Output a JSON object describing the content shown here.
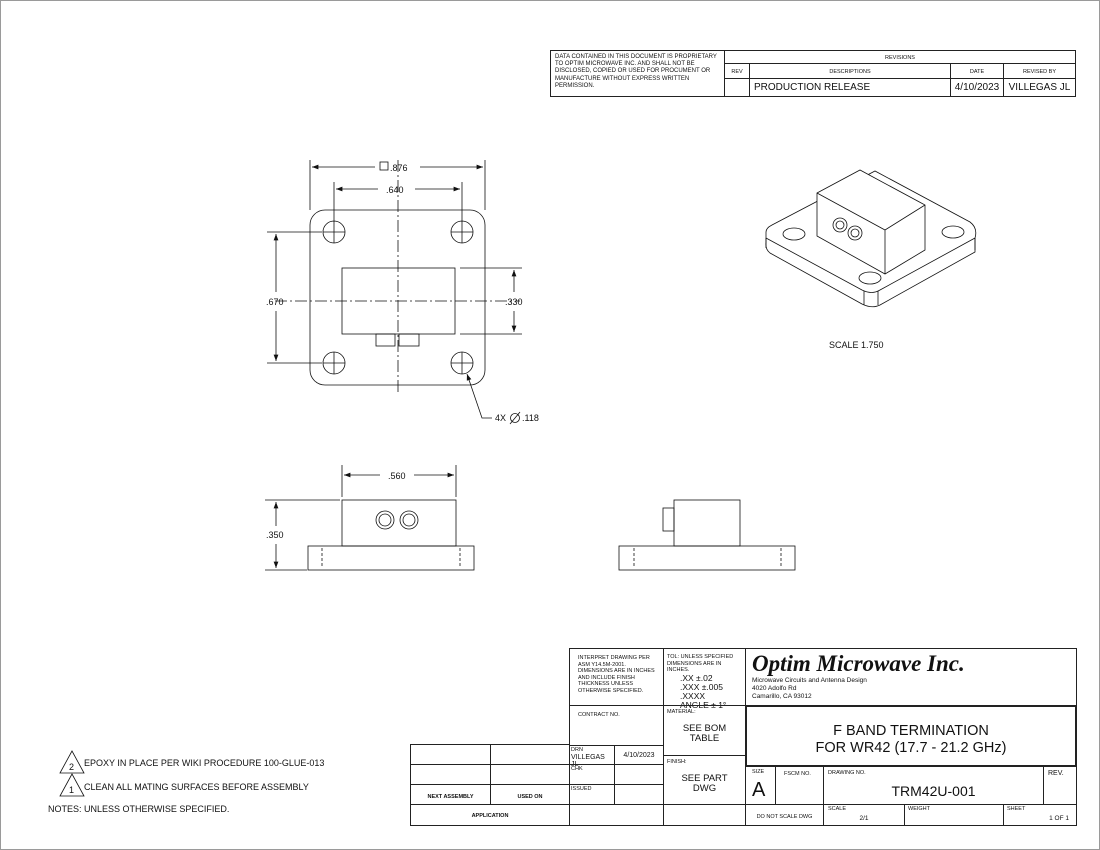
{
  "proprietary_notice": "DATA CONTAINED IN THIS DOCUMENT IS PROPRIETARY TO OPTIM MICROWAVE INC. AND SHALL NOT BE DISCLOSED, COPIED OR USED FOR PROCUMENT OR MANUFACTURE WITHOUT EXPRESS WRITTEN PERMISSION.",
  "revisions": {
    "title": "REVISIONS",
    "headers": {
      "rev": "REV",
      "descriptions": "DESCRIPTIONS",
      "date": "DATE",
      "revised_by": "REVISED BY"
    },
    "rows": [
      {
        "rev": "",
        "description": "PRODUCTION RELEASE",
        "date": "4/10/2023",
        "revised_by": "VILLEGAS JL"
      }
    ]
  },
  "dimensions": {
    "square": ".876",
    "hole_spacing_x": ".640",
    "hole_spacing_y": ".670",
    "body_height": ".330",
    "holes": "4X",
    "hole_dia": ".118",
    "body_width": ".560",
    "overall_height": ".350"
  },
  "iso_scale": "SCALE  1.750",
  "notes": {
    "heading": "NOTES: UNLESS OTHERWISE SPECIFIED.",
    "items": [
      {
        "num": "2",
        "text": "EPOXY IN PLACE PER WIKI PROCEDURE 100-GLUE-013"
      },
      {
        "num": "1",
        "text": "CLEAN ALL MATING SURFACES BEFORE ASSEMBLY"
      }
    ]
  },
  "application": {
    "next_assembly": "NEXT ASSEMBLY",
    "used_on": "USED ON",
    "label": "APPLICATION"
  },
  "title_block": {
    "interpret": "INTERPRET DRAWING PER ASM Y14.5M-2001. DIMENSIONS ARE IN INCHES AND INCLUDE FINISH THICKNESS UNLESS OTHERWISE SPECIFIED.",
    "tol_heading": "TOL: UNLESS SPECIFIED DIMENSIONS ARE IN INCHES.",
    "tol_xx": ".XX  ±.02",
    "tol_xxx": ".XXX ±.005",
    "tol_xxxx": ".XXXX",
    "tol_angle": "ANGLE ± 1°",
    "company": "Optim Microwave Inc.",
    "company_tagline": "Microwave Circuits and Antenna Design",
    "address1": "4020 Adolfo Rd",
    "address2": "Camarillo, CA 93012",
    "contract_label": "CONTRACT NO.",
    "material_label": "MATERIAL:",
    "material": "SEE BOM TABLE",
    "finish_label": "FINISH:",
    "finish": "SEE PART DWG",
    "drn_label": "DRN",
    "drn_name": "VILLEGAS JL",
    "drn_date": "4/10/2023",
    "chk_label": "CHK",
    "issued_label": "ISSUED",
    "title_line1": "F BAND TERMINATION",
    "title_line2": "FOR WR42 (17.7 - 21.2 GHz)",
    "size_label": "SIZE",
    "size": "A",
    "fscm_label": "FSCM NO.",
    "drawing_no_label": "DRAWING NO.",
    "drawing_no": "TRM42U-001",
    "rev_label": "REV.",
    "do_not_scale": "DO NOT SCALE DWG",
    "scale_label": "SCALE",
    "scale": "2/1",
    "weight_label": "WEIGHT",
    "sheet_label": "SHEET",
    "sheet": "1 OF 1"
  }
}
